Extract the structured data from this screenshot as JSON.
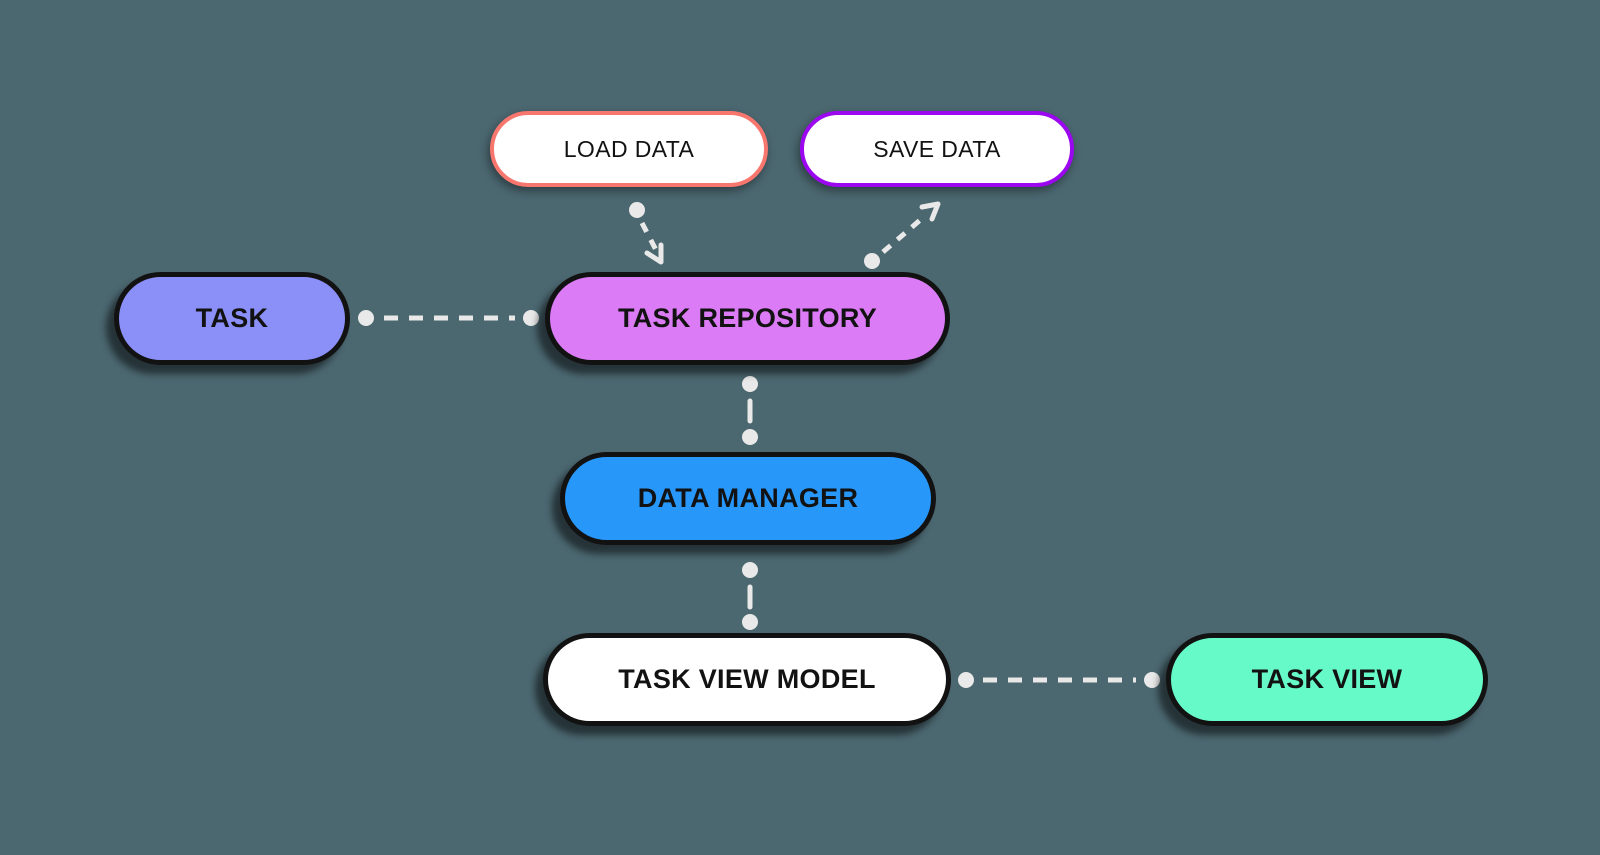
{
  "canvas": {
    "background_color": "#4B6770",
    "connector_color": "#E9E9E9"
  },
  "diagram": {
    "nodes": [
      {
        "id": "load-data",
        "label": "LOAD DATA",
        "fill": "#FFFFFF",
        "border": "#F7766E"
      },
      {
        "id": "save-data",
        "label": "SAVE DATA",
        "fill": "#FFFFFF",
        "border": "#9B07EF"
      },
      {
        "id": "task",
        "label": "TASK",
        "fill": "#8B90F8",
        "border": "#121212"
      },
      {
        "id": "task-repository",
        "label": "TASK REPOSITORY",
        "fill": "#DB7BF5",
        "border": "#121212"
      },
      {
        "id": "data-manager",
        "label": "DATA MANAGER",
        "fill": "#2797FA",
        "border": "#121212"
      },
      {
        "id": "task-view-model",
        "label": "TASK VIEW MODEL",
        "fill": "#FFFFFF",
        "border": "#121212"
      },
      {
        "id": "task-view",
        "label": "TASK VIEW",
        "fill": "#66FAC8",
        "border": "#121212"
      }
    ],
    "edges": [
      {
        "from": "load-data",
        "to": "task-repository",
        "style": "dashed",
        "arrow": "to",
        "endpoints": "dot-arrow"
      },
      {
        "from": "task-repository",
        "to": "save-data",
        "style": "dashed",
        "arrow": "to",
        "endpoints": "dot-arrow"
      },
      {
        "from": "task",
        "to": "task-repository",
        "style": "dashed",
        "arrow": "none",
        "endpoints": "dot-dot"
      },
      {
        "from": "task-repository",
        "to": "data-manager",
        "style": "dashed",
        "arrow": "none",
        "endpoints": "dot-dot"
      },
      {
        "from": "data-manager",
        "to": "task-view-model",
        "style": "dashed",
        "arrow": "none",
        "endpoints": "dot-dot"
      },
      {
        "from": "task-view-model",
        "to": "task-view",
        "style": "dashed",
        "arrow": "none",
        "endpoints": "dot-dot"
      }
    ]
  }
}
